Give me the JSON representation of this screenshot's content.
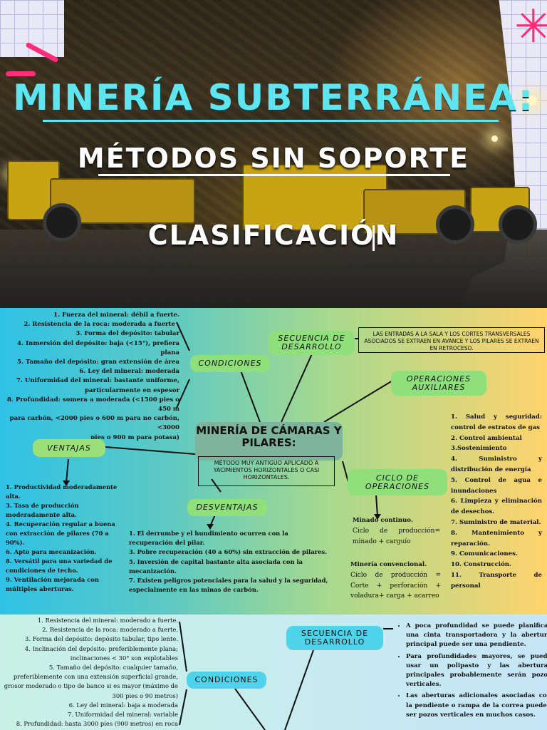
{
  "header": {
    "title": "MINERÍA SUBTERRÁNEA:",
    "subtitle": "MÉTODOS SIN SOPORTE",
    "tagline": "CLASIFICACIÓN"
  },
  "colors": {
    "accent_cyan": "#5ee6f0",
    "accent_pink": "#ff2d7a",
    "node_green": "#8fe07a",
    "node_cyan": "#4fd3ea"
  },
  "section1": {
    "condiciones_label": "CONDICIONES",
    "condiciones_items": [
      "1. Fuerza del mineral: débil a fuerte.",
      "2. Resistencia de la roca: moderada a fuerte .",
      "3. Forma del depósito: tabular",
      "4. Inmersión del depósito: baja (<15°), prefiera plana",
      "5. Tamaño del depósito: gran extensión de área",
      "6. Ley del mineral: moderada",
      "7. Uniformidad del mineral: bastante uniforme,",
      "particularmente en espesor",
      "8. Profundidad: somera a moderada (<1500 pies o 450 m",
      "para carbón, <2000 pies o 600 m para no carbón, <3000",
      "pies o 900 m para potasa)"
    ],
    "secuencia_label": "SECUENCIA DE DESARROLLO",
    "secuencia_text": "LAS ENTRADAS A LA SALA Y LOS CORTES TRANSVERSALES ASOCIADOS SE EXTRAEN EN AVANCE Y LOS PILARES SE EXTRAEN EN RETROCESO.",
    "operaciones_label": "OPERACIONES AUXILIARES",
    "operaciones_items": [
      "1. Salud y seguridad: control de estratos de gas",
      "2. Control ambiental",
      "3.Sostenimiento",
      "4. Suministro y distribución de energía",
      "5. Control de agua e inundaciones",
      "6. Limpieza y eliminación de desechos.",
      "7. Suministro de material.",
      "8. Mantenimiento y reparación.",
      "9. Comunicaciones.",
      "10. Construcción.",
      "11. Transporte de personal"
    ],
    "center_title": "MINERÍA DE CÁMARAS Y PILARES:",
    "center_desc": "MÉTODO MUY ANTIGUO APLICADO A YACIMIENTOS HORIZONTALES O CASI HORIZONTALES.",
    "ventajas_label": "VENTAJAS",
    "ventajas_items": [
      "1. Productividad moderadamente alta.",
      "3. Tasa de producción moderadamente alta.",
      "4. Recuperación regular a buena con extracción de pilares (70 a 90%).",
      "6. Apto para mecanización.",
      "8. Versátil para una variedad de condiciones de techo.",
      "9. Ventilación mejorada con múltiples aberturas."
    ],
    "desventajas_label": "DESVENTAJAS",
    "desventajas_items": [
      "1. El derrumbe y el hundimiento ocurren con la recuperación del pilar.",
      "3. Pobre recuperación (40 a 60%) sin extracción de pilares.",
      "5. Inversión de capital bastante alta asociada con la mecanización.",
      "7. Existen peligros potenciales para la salud y la seguridad, especialmente en las minas de carbón."
    ],
    "ciclo_label": "CICLO DE OPERACIONES",
    "ciclo_a_title": "Minado continuo.",
    "ciclo_a_text": "Ciclo de producción= minado + carguío",
    "ciclo_b_title": "Minería convencional.",
    "ciclo_b_text": "Ciclo de producción = Corte + perforación + voladura+ carga + acarreo"
  },
  "section2": {
    "condiciones_label": "CONDICIONES",
    "condiciones_items": [
      "1. Resistencia del mineral: moderado a fuerte.",
      "2. Resistencia de la roca: moderado a fuerte.",
      "3. Forma del depósito: depósito tabular, tipo lente.",
      "4. Inclinación del depósito: preferiblemente plana;",
      "inclinaciones < 30° son explotables",
      "5. Tamaño del depósito: cualquier tamaño,",
      "preferiblemente con una extensión superficial grande,",
      "grosor moderado o tipo de banco si es mayor (máximo de",
      "300 pies o 90 metros)",
      "6. Ley del mineral: baja a moderada",
      "7. Uniformidad del mineral: variable",
      "8. Profundidad: hasta 3000 pies (900 metros) en roca"
    ],
    "secuencia_label": "SECUENCIA DE DESARROLLO",
    "secuencia_items": [
      "A poca profundidad se puede planificar una cinta transportadora y la abertura principal puede ser una pendiente.",
      "Para profundidades mayores, se puede usar un polipasto y las aberturas principales probablemente serán pozos verticales.",
      "Las aberturas adicionales asociadas con la pendiente o rampa de la correa pueden ser pozos verticales en muchos casos."
    ]
  }
}
